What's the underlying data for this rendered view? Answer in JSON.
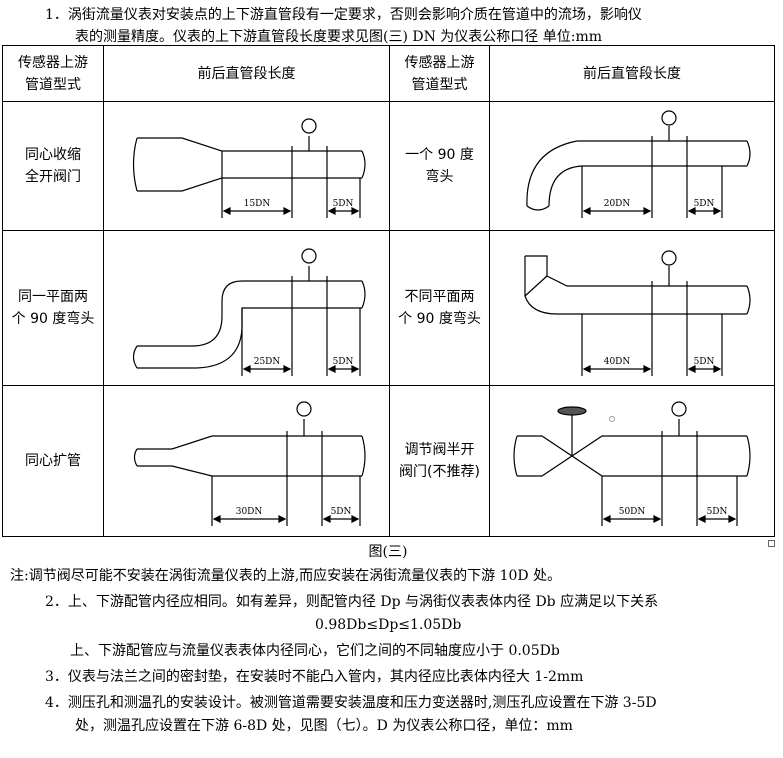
{
  "intro": {
    "line1": "1．涡街流量仪表对安装点的上下游直管段有一定要求，否则会影响介质在管道中的流场，影响仪",
    "line2": "表的测量精度。仪表的上下游直管段长度要求见图(三)   DN 为仪表公称口径   单位:mm"
  },
  "table": {
    "headers": {
      "sensor_type_line1": "传感器上游",
      "sensor_type_line2": "管道型式",
      "length": "前后直管段长度"
    },
    "rows": [
      {
        "left": {
          "line1": "同心收缩",
          "line2": "全开阀门",
          "upstream": "15DN",
          "downstream": "5DN"
        },
        "right": {
          "line1": "一个 90 度",
          "line2": "弯头",
          "upstream": "20DN",
          "downstream": "5DN"
        }
      },
      {
        "left": {
          "line1": "同一平面两",
          "line2": "个 90 度弯头",
          "upstream": "25DN",
          "downstream": "5DN"
        },
        "right": {
          "line1": "不同平面两",
          "line2": "个 90 度弯头",
          "upstream": "40DN",
          "downstream": "5DN"
        }
      },
      {
        "left": {
          "line1": "同心扩管",
          "line2": "",
          "upstream": "30DN",
          "downstream": "5DN"
        },
        "right": {
          "line1": "调节阀半开",
          "line2": "阀门(不推荐)",
          "upstream": "50DN",
          "downstream": "5DN"
        }
      }
    ]
  },
  "caption": "图(三)",
  "note": "注:调节阀尽可能不安装在涡街流量仪表的上游,而应安装在涡街流量仪表的下游 10D 处。",
  "item2": {
    "line1": "2．上、下游配管内径应相同。如有差异，则配管内径 Dp 与涡街仪表表体内径 Db 应满足以下关系",
    "formula": "0.98Db≤Dp≤1.05Db",
    "line3": "上、下游配管应与流量仪表表体内径同心，它们之间的不同轴度应小于 0.05Db"
  },
  "item3": "3．仪表与法兰之间的密封垫，在安装时不能凸入管内，其内径应比表体内径大 1-2mm",
  "item4": {
    "line1": "4．测压孔和测温孔的安装设计。被测管道需要安装温度和压力变送器时,测压孔应设置在下游 3-5D",
    "line2": "处，测温孔应设置在下游 6-8D 处，见图（七）。D 为仪表公称口径，单位：mm"
  }
}
